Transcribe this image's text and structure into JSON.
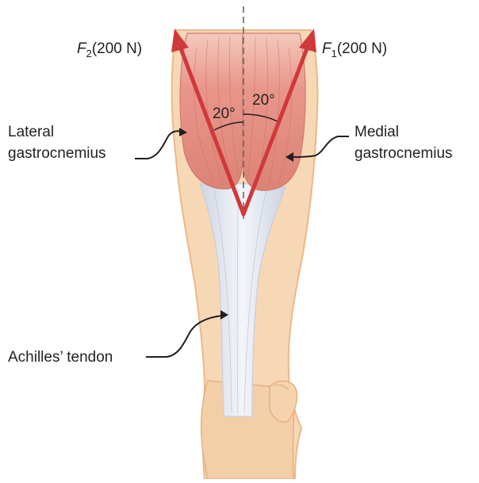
{
  "forces": {
    "f2": {
      "symbol": "F",
      "subscript": "2",
      "value": "(200 N)"
    },
    "f1": {
      "symbol": "F",
      "subscript": "1",
      "value": "(200 N)"
    }
  },
  "angles": {
    "left": "20°",
    "right": "20°"
  },
  "labels": {
    "lateral_line1": "Lateral",
    "lateral_line2": "gastrocnemius",
    "medial_line1": "Medial",
    "medial_line2": "gastrocnemius",
    "achilles": "Achilles’ tendon"
  },
  "colors": {
    "skin": "#f6d6b2",
    "skin_outline": "#e9b98c",
    "muscle": "#e8968a",
    "muscle_dark": "#c9675d",
    "tendon": "#dfe3ec",
    "force_arrow": "#d0393b",
    "axis_line": "#666666"
  }
}
